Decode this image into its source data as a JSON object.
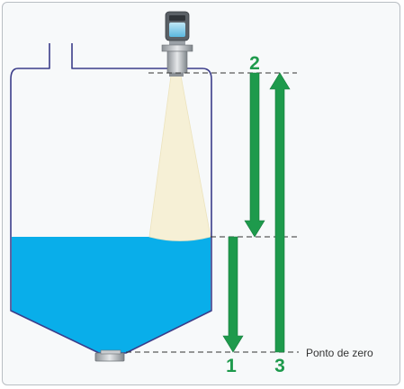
{
  "labels": {
    "arrow_2": "2",
    "arrow_1": "1",
    "arrow_3": "3",
    "zero_point": "Ponto de zero"
  },
  "colors": {
    "tank_outline": "#3b3d8a",
    "liquid": "#09aeea",
    "arrow": "#1e9a4c",
    "beam": "#f6f0d6",
    "dashed_line": "#333333"
  }
}
